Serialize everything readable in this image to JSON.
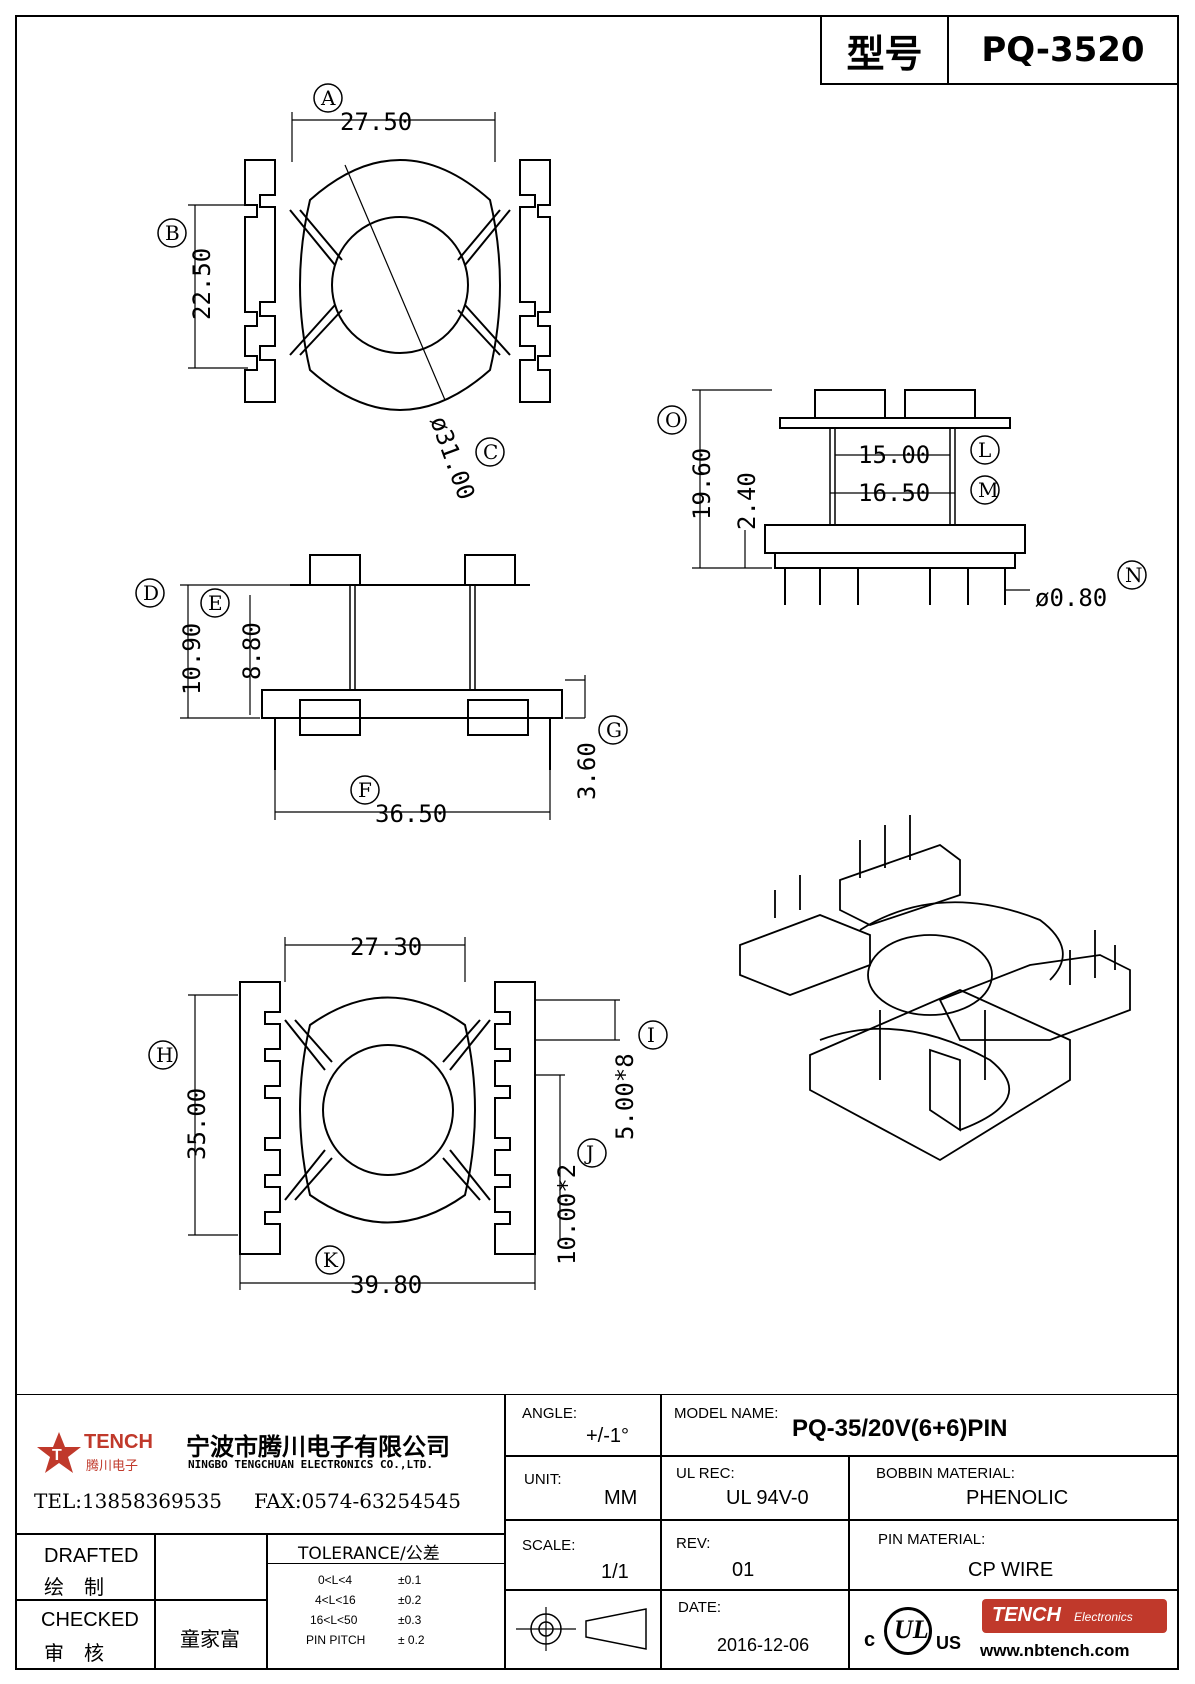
{
  "title": {
    "type_label": "型号",
    "model": "PQ-3520"
  },
  "dimensions": {
    "A": "27.50",
    "B": "22.50",
    "C": "ø31.00",
    "D": "10.90",
    "E": "8.80",
    "F": "36.50",
    "G": "3.60",
    "H": "35.00",
    "I": "5.00*8",
    "J": "10.00*2",
    "K": "39.80",
    "L": "15.00",
    "M": "16.50",
    "N": "ø0.80",
    "O": "19.60",
    "P": "2.40",
    "T": "27.30"
  },
  "callouts": [
    "A",
    "B",
    "C",
    "D",
    "E",
    "F",
    "G",
    "H",
    "I",
    "J",
    "K",
    "L",
    "M",
    "N",
    "O"
  ],
  "company": {
    "logo_text": "TENCH",
    "logo_sub": "腾川电子",
    "name_cn": "宁波市腾川电子有限公司",
    "name_en": "NINGBO TENGCHUAN ELECTRONICS CO.,LTD.",
    "tel": "TEL:13858369535",
    "fax": "FAX:0574-63254545"
  },
  "table": {
    "angle_label": "ANGLE:",
    "angle_value": "+/-1°",
    "model_name_label": "MODEL NAME:",
    "model_name_value": "PQ-35/20V(6+6)PIN",
    "unit_label": "UNIT:",
    "unit_value": "MM",
    "ul_label": "UL REC:",
    "ul_value": "UL 94V-0",
    "bobbin_label": "BOBBIN MATERIAL:",
    "bobbin_value": "PHENOLIC",
    "drafted_en": "DRAFTED",
    "drafted_cn": "绘　制",
    "checked_en": "CHECKED",
    "checked_cn": "审　核",
    "checked_name": "童家富",
    "tolerance_label": "TOLERANCE/公差",
    "tol_rows": [
      {
        "range": "0<L<4",
        "tol": "±0.1"
      },
      {
        "range": "4<L<16",
        "tol": "±0.2"
      },
      {
        "range": "16<L<50",
        "tol": "±0.3"
      },
      {
        "range": "PIN PITCH",
        "tol": "± 0.2"
      }
    ],
    "scale_label": "SCALE:",
    "scale_value": "1/1",
    "rev_label": "REV:",
    "rev_value": "01",
    "pin_mat_label": "PIN MATERIAL:",
    "pin_mat_value": "CP WIRE",
    "date_label": "DATE:",
    "date_value": "2016-12-06",
    "ul_mark": "US",
    "ul_c": "c",
    "brand": "TENCH",
    "brand_sub": "Electronics",
    "website": "www.nbtench.com"
  }
}
